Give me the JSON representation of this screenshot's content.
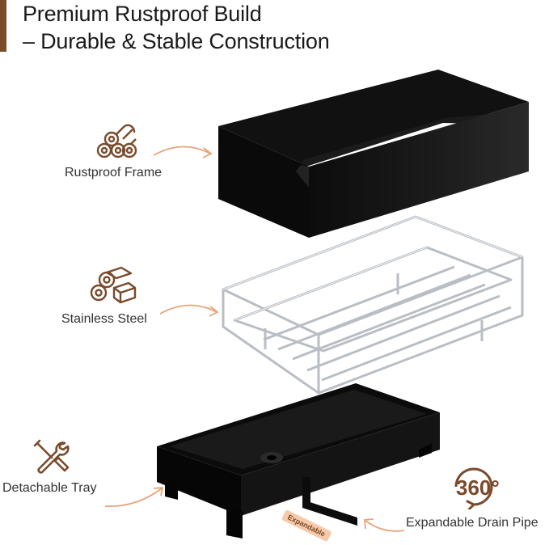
{
  "headline": {
    "line1": "Premium Rustproof Build",
    "line2": "– Durable & Stable Construction"
  },
  "features": [
    {
      "label": "Rustproof Frame",
      "icon": "wood-logs-icon"
    },
    {
      "label": "Stainless Steel",
      "icon": "steel-bars-icon"
    },
    {
      "label": "Detachable Tray",
      "icon": "wrench-screwdriver-icon"
    },
    {
      "label": "Expandable Drain Pipe",
      "icon": "rotate-360-icon"
    }
  ],
  "badges": {
    "rotate": "360°",
    "pipe_tag": "Expandable"
  },
  "colors": {
    "accent": "#7a4a2b",
    "arrow": "#e8a37a",
    "frame": "#141414",
    "steel": "#c8ccd0",
    "tag": "#f6c9a8"
  }
}
